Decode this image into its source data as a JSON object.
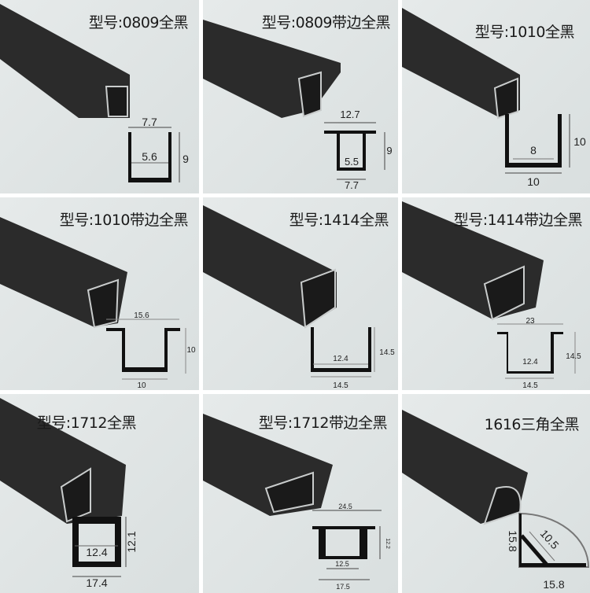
{
  "products": [
    {
      "title": "型号:0809全黑",
      "dims": [
        "7.7",
        "5.6",
        "9"
      ]
    },
    {
      "title": "型号:0809带边全黑",
      "dims": [
        "12.7",
        "9",
        "5.5",
        "7.7"
      ]
    },
    {
      "title": "型号:1010全黑",
      "dims": [
        "8",
        "10",
        "10"
      ]
    },
    {
      "title": "型号:1010带边全黑",
      "dims": [
        "15.6",
        "10",
        "10"
      ]
    },
    {
      "title": "型号:1414全黑",
      "dims": [
        "12.4",
        "14.5",
        "14.5"
      ]
    },
    {
      "title": "型号:1414带边全黑",
      "dims": [
        "23",
        "12.4",
        "14.5",
        "14.5"
      ]
    },
    {
      "title": "型号:1712全黑",
      "dims": [
        "12.4",
        "12.1",
        "17.4"
      ]
    },
    {
      "title": "型号:1712带边全黑",
      "dims": [
        "24.5",
        "12.2",
        "12.5",
        "17.5"
      ]
    },
    {
      "title": "1616三角全黑",
      "dims": [
        "15.8",
        "10.5",
        "15.8"
      ]
    }
  ]
}
